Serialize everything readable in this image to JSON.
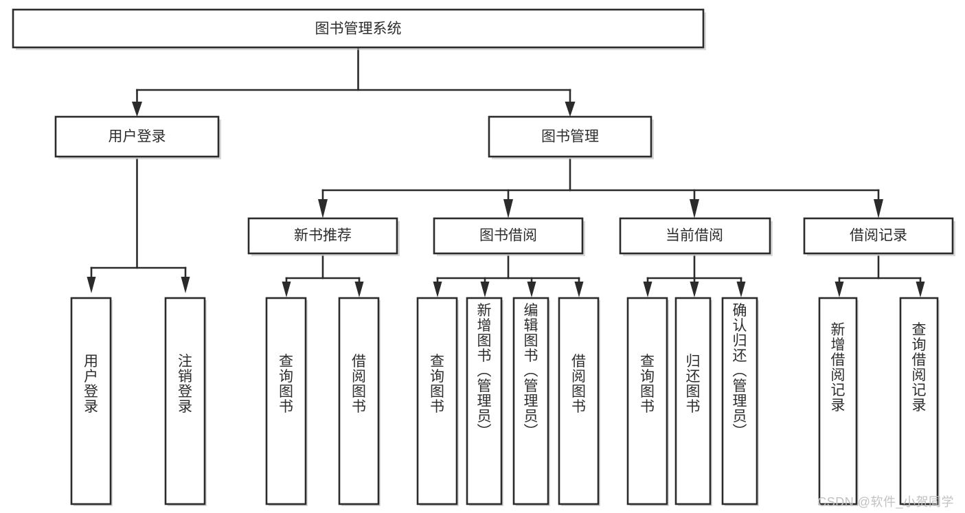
{
  "diagram": {
    "type": "tree",
    "title": "图书管理系统",
    "orientation": "top-down",
    "root": {
      "id": "root",
      "label": "图书管理系统",
      "orientation": "horizontal"
    },
    "level2": [
      {
        "id": "user-login",
        "label": "用户登录",
        "orientation": "horizontal"
      },
      {
        "id": "book-manage",
        "label": "图书管理",
        "orientation": "horizontal"
      }
    ],
    "level3": [
      {
        "id": "new-book-rec",
        "label": "新书推荐",
        "parent": "book-manage",
        "orientation": "horizontal"
      },
      {
        "id": "book-borrow",
        "label": "图书借阅",
        "parent": "book-manage",
        "orientation": "horizontal"
      },
      {
        "id": "current-borrow",
        "label": "当前借阅",
        "parent": "book-manage",
        "orientation": "horizontal"
      },
      {
        "id": "borrow-record",
        "label": "借阅记录",
        "parent": "book-manage",
        "orientation": "horizontal"
      }
    ],
    "leaves": [
      {
        "id": "leaf-user-login",
        "label": "用户登录",
        "parent": "user-login",
        "orientation": "vertical"
      },
      {
        "id": "leaf-user-logout",
        "label": "注销登录",
        "parent": "user-login",
        "orientation": "vertical"
      },
      {
        "id": "leaf-query-book-1",
        "label": "查询图书",
        "parent": "new-book-rec",
        "orientation": "vertical"
      },
      {
        "id": "leaf-borrow-book-1",
        "label": "借阅图书",
        "parent": "new-book-rec",
        "orientation": "vertical"
      },
      {
        "id": "leaf-query-book-2",
        "label": "查询图书",
        "parent": "book-borrow",
        "orientation": "vertical"
      },
      {
        "id": "leaf-add-book",
        "label": "新增图书（管理员）",
        "parent": "book-borrow",
        "orientation": "vertical"
      },
      {
        "id": "leaf-edit-book",
        "label": "编辑图书（管理员）",
        "parent": "book-borrow",
        "orientation": "vertical"
      },
      {
        "id": "leaf-borrow-book-2",
        "label": "借阅图书",
        "parent": "book-borrow",
        "orientation": "vertical"
      },
      {
        "id": "leaf-query-book-3",
        "label": "查询图书",
        "parent": "current-borrow",
        "orientation": "vertical"
      },
      {
        "id": "leaf-return-book",
        "label": "归还图书",
        "parent": "current-borrow",
        "orientation": "vertical"
      },
      {
        "id": "leaf-confirm-return",
        "label": "确认归还（管理员）",
        "parent": "current-borrow",
        "orientation": "vertical"
      },
      {
        "id": "leaf-add-record",
        "label": "新增借阅记录",
        "parent": "borrow-record",
        "orientation": "vertical"
      },
      {
        "id": "leaf-query-record",
        "label": "查询借阅记录",
        "parent": "borrow-record",
        "orientation": "vertical"
      }
    ],
    "colors": {
      "box_fill": "#ffffff",
      "box_stroke": "#2b2b2b",
      "text": "#2d2d2d",
      "background": "#ffffff",
      "watermark": "#c2c2c2"
    }
  },
  "watermark": {
    "text": "CSDN @软件_小贺同学"
  }
}
